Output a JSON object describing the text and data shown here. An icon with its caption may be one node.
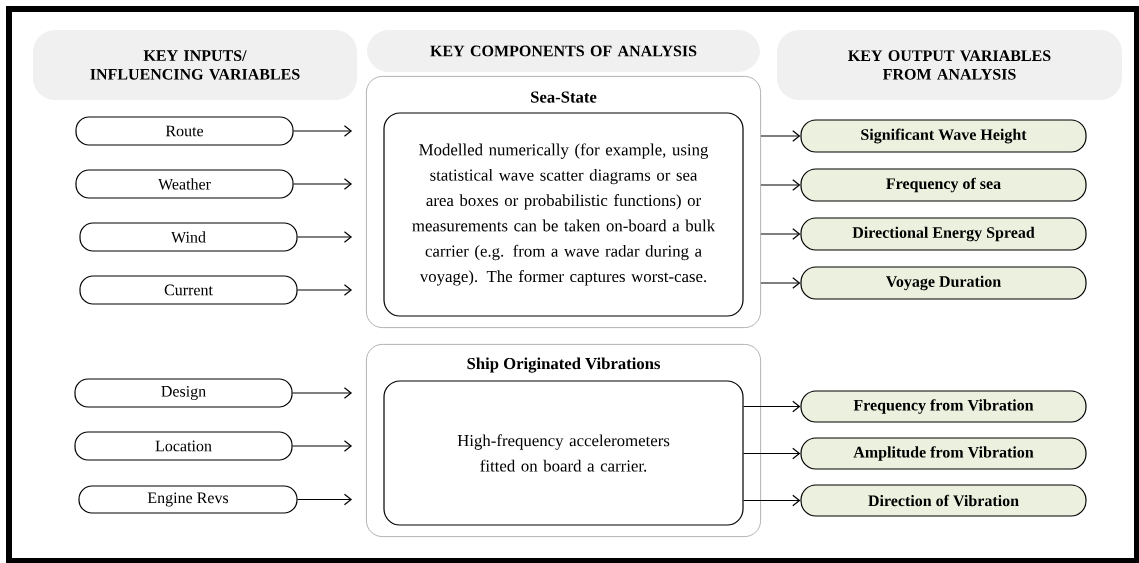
{
  "diagram": {
    "nodes": [
      {
        "text": [
          "KEY INPUTS/ INFLUENCING VARIABLES"
        ]
      },
      {
        "text": [
          "KEY COMPONENTS OF ANALYSIS"
        ]
      },
      {
        "text": [
          "KEY OUTPUT VARIABLES FROM ANALYSIS"
        ]
      },
      {
        "text": [
          "Route"
        ]
      },
      {
        "text": [
          "Weather"
        ]
      },
      {
        "text": [
          "Wind"
        ]
      },
      {
        "text": [
          "Current"
        ]
      },
      {
        "text": [
          "Sea-State"
        ]
      },
      {
        "text": [
          "Modelled numerically (for example, using statistical wave scatter diagrams or sea area boxes or probabilistic functions) or measurements can be taken on-board a bulk carrier (e.g. from a wave radar during a voyage). The former captures worst-case."
        ],
        "in": 7
      },
      {
        "text": [
          "Significant Wave Height"
        ]
      },
      {
        "text": [
          "Frequency of sea"
        ]
      },
      {
        "text": [
          "Directional Energy Spread"
        ]
      },
      {
        "text": [
          "Voyage Duration"
        ]
      },
      {
        "text": [
          "Design"
        ]
      },
      {
        "text": [
          "Location"
        ]
      },
      {
        "text": [
          "Engine Revs"
        ]
      },
      {
        "text": [
          "Ship Originated Vibrations"
        ]
      },
      {
        "text": [
          "High-frequency accelerometers fitted on board a carrier."
        ],
        "in": 16
      },
      {
        "text": [
          "Frequency from Vibration"
        ]
      },
      {
        "text": [
          "Amplitude from Vibration"
        ]
      },
      {
        "text": [
          "Direction of Vibration"
        ]
      }
    ],
    "edges": [
      {
        "from": 3,
        "to": 7,
        "arrow": "to"
      },
      {
        "from": 4,
        "to": 7,
        "arrow": "to"
      },
      {
        "from": 5,
        "to": 7,
        "arrow": "to"
      },
      {
        "from": 6,
        "to": 7,
        "arrow": "to"
      },
      {
        "from": 7,
        "to": 9,
        "arrow": "to"
      },
      {
        "from": 7,
        "to": 10,
        "arrow": "to"
      },
      {
        "from": 7,
        "to": 11,
        "arrow": "to"
      },
      {
        "from": 7,
        "to": 12,
        "arrow": "to"
      },
      {
        "from": 13,
        "to": 16,
        "arrow": "to"
      },
      {
        "from": 14,
        "to": 16,
        "arrow": "to"
      },
      {
        "from": 15,
        "to": 16,
        "arrow": "to"
      },
      {
        "from": 17,
        "to": 18,
        "arrow": "to"
      },
      {
        "from": 17,
        "to": 19,
        "arrow": "to"
      },
      {
        "from": 17,
        "to": 20,
        "arrow": "to"
      }
    ]
  }
}
